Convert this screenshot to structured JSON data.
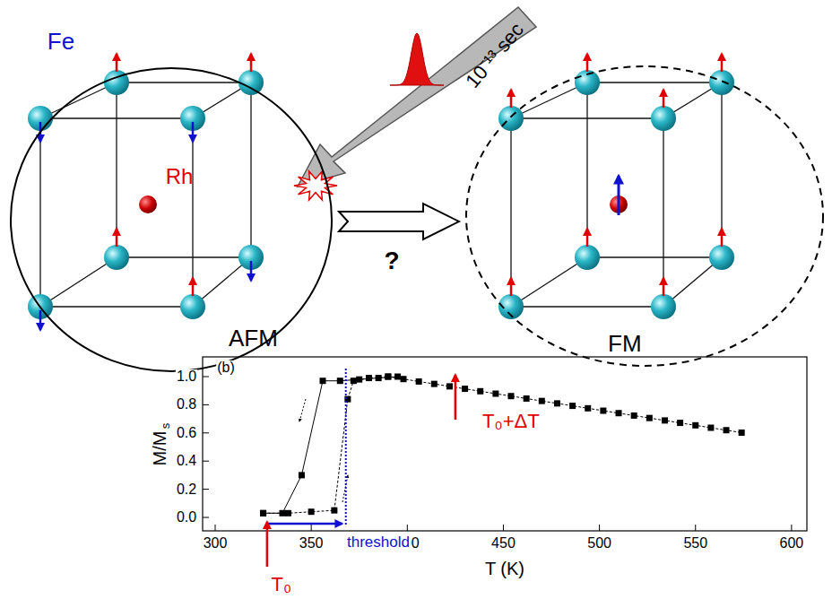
{
  "diagram": {
    "nodes": [
      {
        "text": [
          "AFM"
        ]
      },
      {
        "text": [
          "FM"
        ]
      }
    ],
    "edges": [
      {
        "from": 0,
        "to": 1,
        "arrow": "to",
        "label": "?"
      }
    ],
    "labels": [
      "Fe",
      "Rh",
      "10⁻¹³ sec",
      "(b)",
      "1.0",
      "0.8",
      "0.6",
      "0.4",
      "0.2",
      "0.0",
      "300",
      "350",
      "400",
      "450",
      "500",
      "550",
      "600",
      "T (K)",
      "M/M",
      "s",
      "T₀",
      "T₀+ΔT",
      "threshold"
    ]
  }
}
